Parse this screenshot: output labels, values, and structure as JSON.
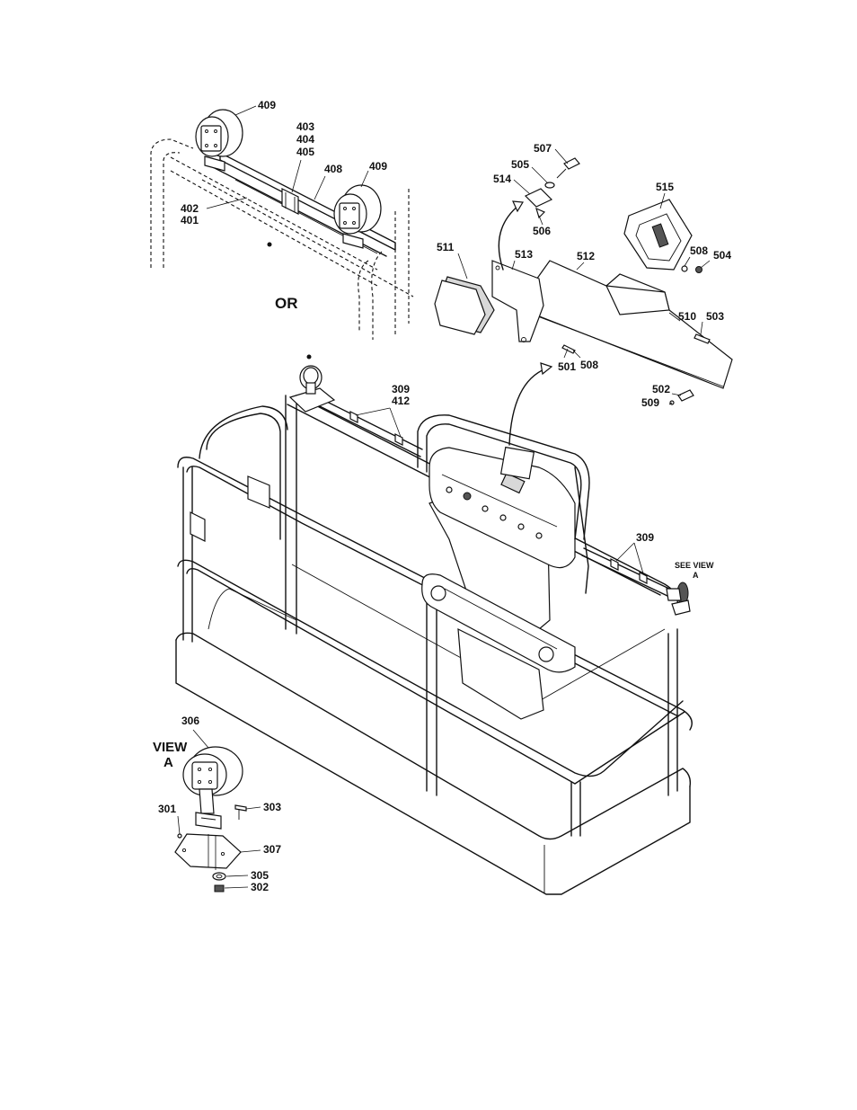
{
  "labels": {
    "l409a": "409",
    "l403": "403",
    "l404": "404",
    "l405": "405",
    "l408": "408",
    "l409b": "409",
    "l402": "402",
    "l401": "401",
    "lor": "OR",
    "l507": "507",
    "l505": "505",
    "l514": "514",
    "l506": "506",
    "l515": "515",
    "l511": "511",
    "l513": "513",
    "l512": "512",
    "l508a": "508",
    "l504": "504",
    "l510": "510",
    "l503": "503",
    "l501": "501",
    "l508b": "508",
    "l502": "502",
    "l509": "509",
    "l309a": "309",
    "l412": "412",
    "l309b": "309",
    "lseeview": "SEE VIEW",
    "lseeviewa": "A",
    "l306": "306",
    "lview": "VIEW",
    "lviewa": "A",
    "l301": "301",
    "l303": "303",
    "l307": "307",
    "l305": "305",
    "l302": "302"
  }
}
